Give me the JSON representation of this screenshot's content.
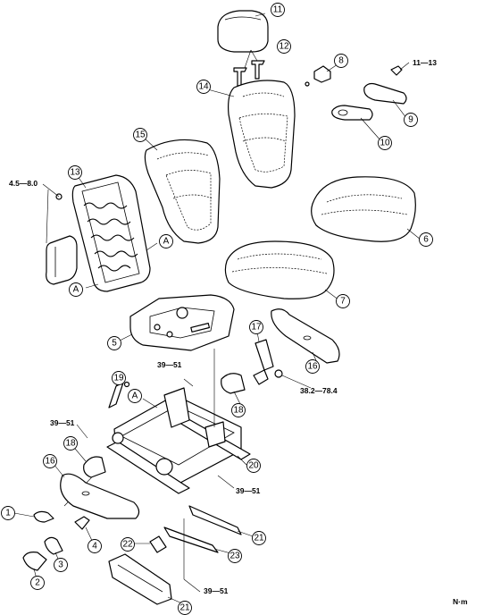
{
  "callouts": [
    {
      "id": "c1",
      "label": "1"
    },
    {
      "id": "c2",
      "label": "2"
    },
    {
      "id": "c3",
      "label": "3"
    },
    {
      "id": "c4",
      "label": "4"
    },
    {
      "id": "c5",
      "label": "5"
    },
    {
      "id": "c6",
      "label": "6"
    },
    {
      "id": "c7",
      "label": "7"
    },
    {
      "id": "c8",
      "label": "8"
    },
    {
      "id": "c9",
      "label": "9"
    },
    {
      "id": "c10",
      "label": "10"
    },
    {
      "id": "c11",
      "label": "11"
    },
    {
      "id": "c12",
      "label": "12"
    },
    {
      "id": "c13",
      "label": "13"
    },
    {
      "id": "c14",
      "label": "14"
    },
    {
      "id": "c15",
      "label": "15"
    },
    {
      "id": "c16a",
      "label": "16"
    },
    {
      "id": "c16b",
      "label": "16"
    },
    {
      "id": "c17",
      "label": "17"
    },
    {
      "id": "c18a",
      "label": "18"
    },
    {
      "id": "c18b",
      "label": "18"
    },
    {
      "id": "c19",
      "label": "19"
    },
    {
      "id": "c20",
      "label": "20"
    },
    {
      "id": "c21a",
      "label": "21"
    },
    {
      "id": "c21b",
      "label": "21"
    },
    {
      "id": "c22",
      "label": "22"
    },
    {
      "id": "c23",
      "label": "23"
    },
    {
      "id": "cA1",
      "label": "A"
    },
    {
      "id": "cA2",
      "label": "A"
    },
    {
      "id": "cA3",
      "label": "A"
    }
  ],
  "torques": [
    {
      "id": "t1",
      "label": "11—13"
    },
    {
      "id": "t2",
      "label": "4.5—8.0"
    },
    {
      "id": "t3",
      "label": "39—51"
    },
    {
      "id": "t4",
      "label": "38.2—78.4"
    },
    {
      "id": "t5",
      "label": "39—51"
    },
    {
      "id": "t6",
      "label": "39—51"
    },
    {
      "id": "t7",
      "label": "39—51"
    }
  ],
  "unit_label": "N·m"
}
